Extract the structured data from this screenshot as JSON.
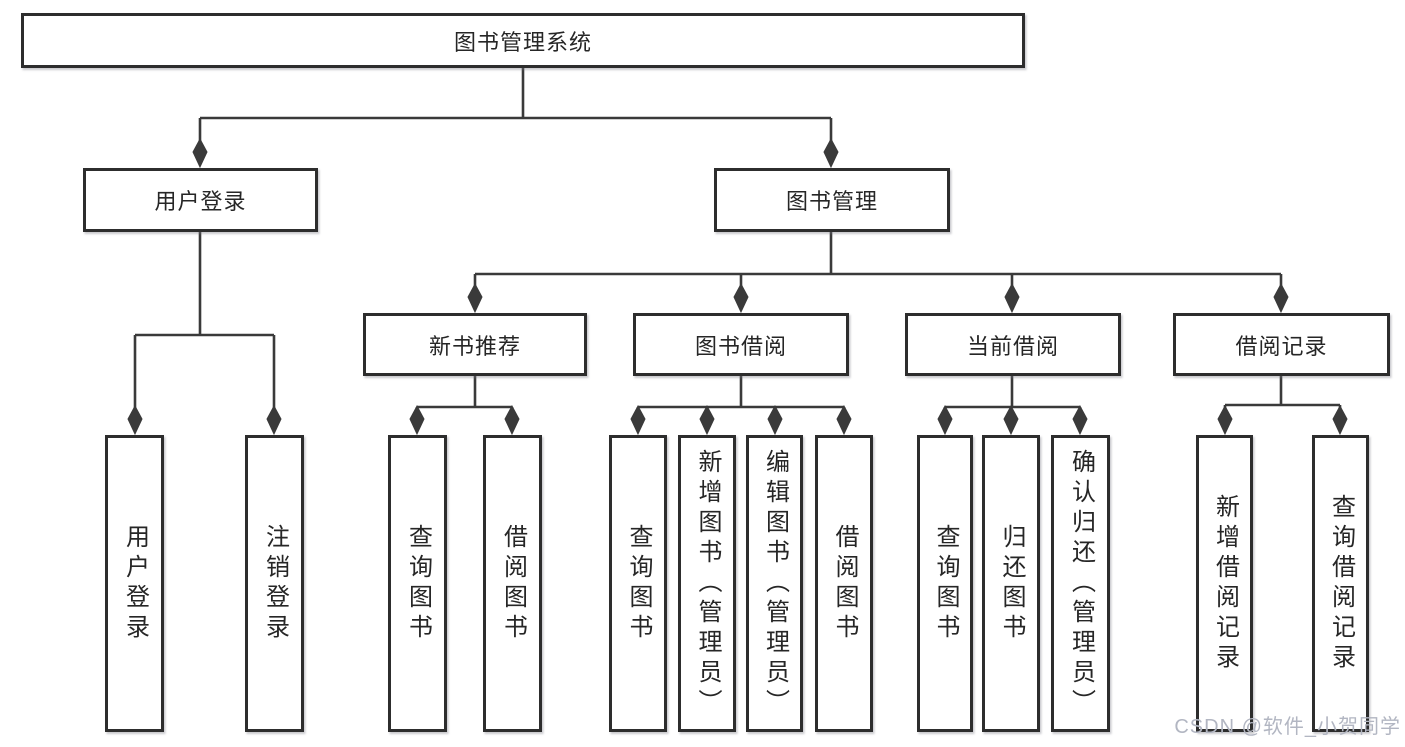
{
  "diagram": {
    "root": {
      "label": "图书管理系统"
    },
    "level1": [
      {
        "label": "用户登录"
      },
      {
        "label": "图书管理"
      }
    ],
    "level2": [
      {
        "label": "新书推荐"
      },
      {
        "label": "图书借阅"
      },
      {
        "label": "当前借阅"
      },
      {
        "label": "借阅记录"
      }
    ],
    "leaves": [
      {
        "label": "用户登录"
      },
      {
        "label": "注销登录"
      },
      {
        "label": "查询图书"
      },
      {
        "label": "借阅图书"
      },
      {
        "label": "查询图书"
      },
      {
        "label": "新增图书（管理员）"
      },
      {
        "label": "编辑图书（管理员）"
      },
      {
        "label": "借阅图书"
      },
      {
        "label": "查询图书"
      },
      {
        "label": "归还图书"
      },
      {
        "label": "确认归还（管理员）"
      },
      {
        "label": "新增借阅记录"
      },
      {
        "label": "查询借阅记录"
      }
    ]
  },
  "watermark": {
    "text": "CSDN @软件_小贺同学"
  },
  "colors": {
    "line": "#3a3a3a",
    "border": "#2d2d2d",
    "text": "#262626",
    "watermark": "#b2b6c2",
    "background": "#ffffff"
  }
}
